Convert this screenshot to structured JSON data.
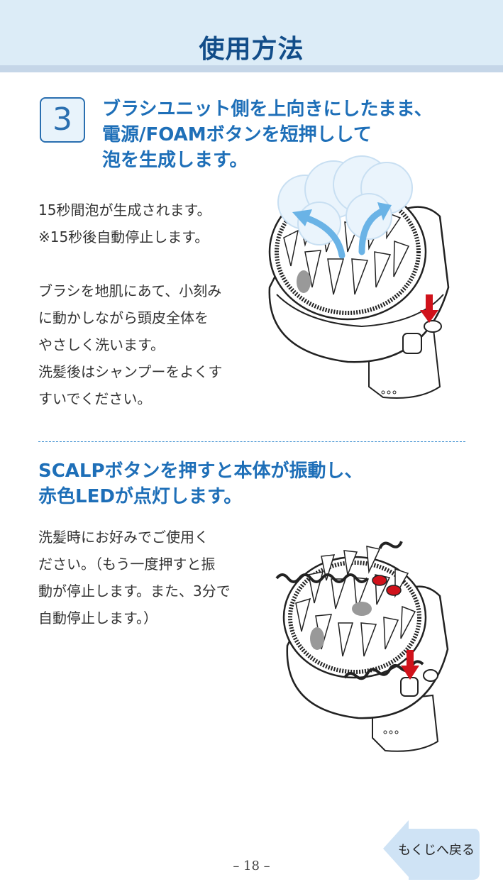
{
  "header": {
    "title": "使用方法"
  },
  "step": {
    "number": "3",
    "heading_lines": [
      "ブラシユニット側を上向きにしたまま、",
      "電源/FOAMボタンを短押しして",
      "泡を生成します。"
    ],
    "body_lines_1": [
      "15秒間泡が生成されます。",
      "※15秒後自動停止します。"
    ],
    "body_lines_2": [
      "ブラシを地肌にあて、小刻み",
      "に動かしながら頭皮全体を",
      "やさしく洗います。",
      "洗髪後はシャンプーをよくす",
      "すいでください。"
    ]
  },
  "scalp": {
    "heading_lines": [
      "SCALPボタンを押すと本体が振動し、",
      "赤色LEDが点灯します。"
    ],
    "body_lines": [
      "洗髪時にお好みでご使用く",
      "ださい。（もう一度押すと振",
      "動が停止します。また、3分で",
      "自動停止します。）"
    ]
  },
  "footer": {
    "page_number": "– 18 –",
    "back_label": "もくじへ戻る"
  },
  "colors": {
    "title_blue": "#124d89",
    "heading_blue": "#1e6fb8",
    "header_bg": "#dcecf7",
    "arrow_red": "#d0121b",
    "back_button": "#cfe3f5"
  }
}
